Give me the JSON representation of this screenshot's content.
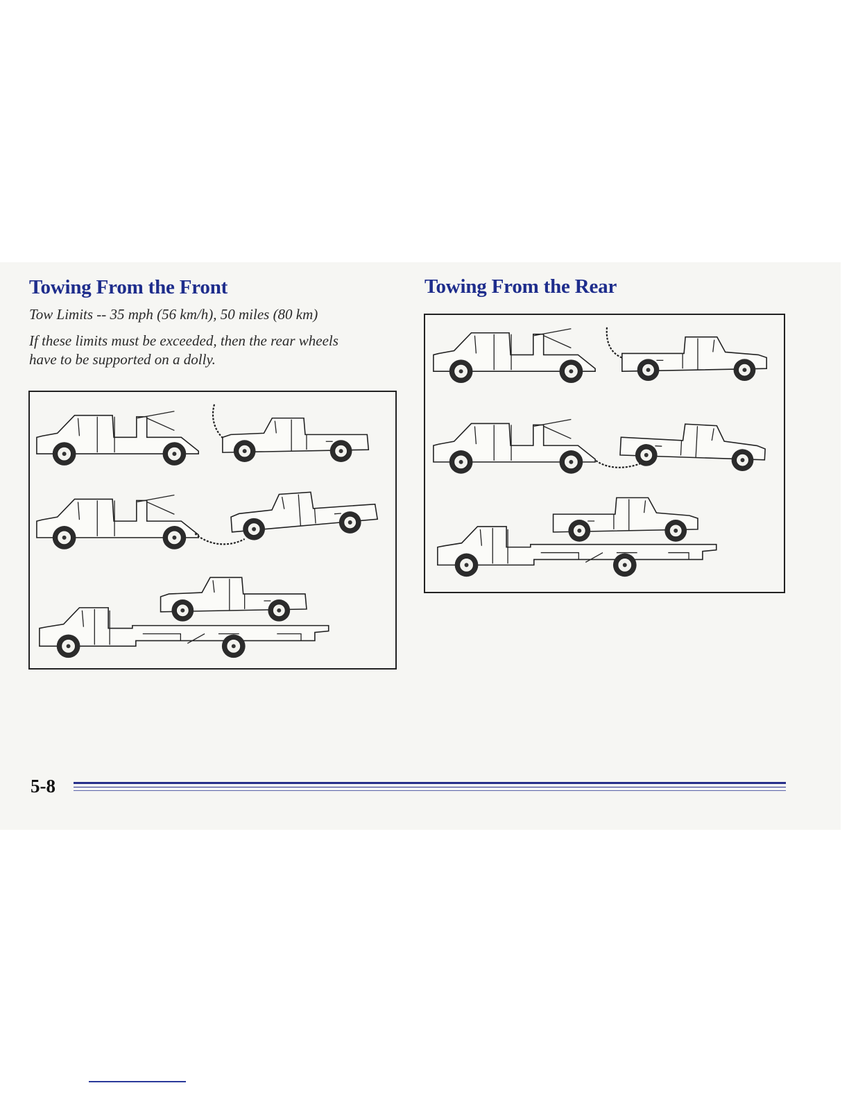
{
  "left": {
    "title": "Towing From the Front",
    "limits": "Tow Limits -- 35 mph (56 km/h), 50 miles (80 km)",
    "note_line1": "If these limits must be exceeded, then the rear wheels",
    "note_line2": "have to be supported on a dolly."
  },
  "right": {
    "title": "Towing From the Rear"
  },
  "footer": {
    "page_number": "5-8"
  },
  "colors": {
    "heading": "#1e2d8c",
    "rule": "#28308a"
  }
}
